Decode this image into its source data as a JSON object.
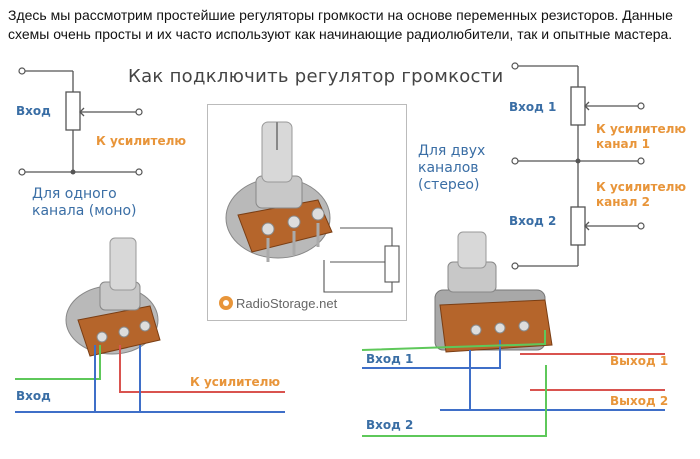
{
  "intro": "Здесь мы рассмотрим простейшие регуляторы громкости на основе переменных резисторов. Данные схемы очень просты и их часто используют как начинающие радиолюбители, так и опытные мастера.",
  "title": "Как подключить регулятор громкости",
  "mono": {
    "input": "Вход",
    "to_amp": "К усилителю",
    "caption": "Для одного канала (моно)",
    "wire_input": "Вход",
    "wire_amp": "К усилителю"
  },
  "stereo": {
    "input1": "Вход 1",
    "to_amp1": "К усилителю канал 1",
    "to_amp2": "К усилителю канал 2",
    "input2": "Вход 2",
    "caption": "Для двух каналов (стерео)",
    "wire_input1": "Вход 1",
    "wire_input2": "Вход 2",
    "wire_out1": "Выход 1",
    "wire_out2": "Выход 2"
  },
  "brand": "RadioStorage.net",
  "colors": {
    "label_blue": "#3a6ea5",
    "label_orange": "#e8953a",
    "wire_green": "#5ec85a",
    "wire_red": "#d9534f",
    "wire_blue": "#3f6fc8"
  }
}
